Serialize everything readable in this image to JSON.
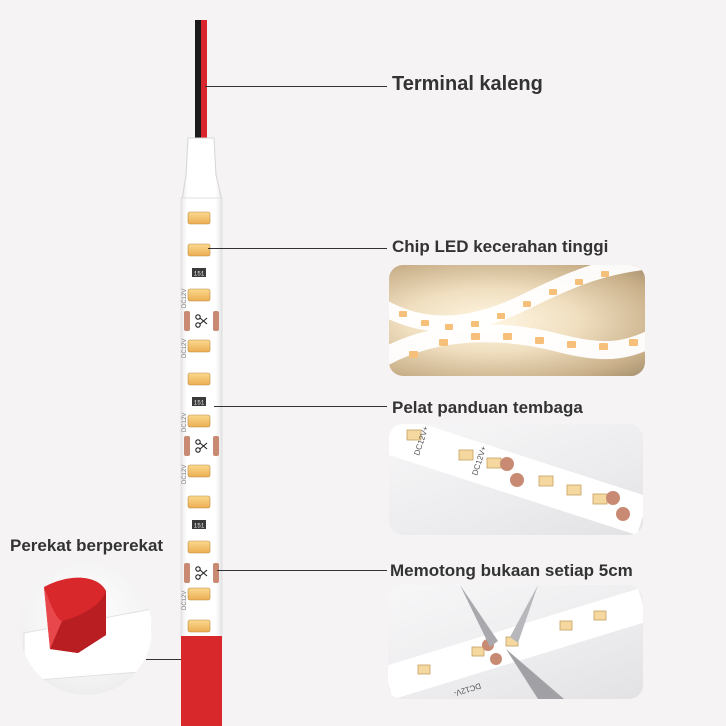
{
  "callouts": {
    "terminal": "Terminal kaleng",
    "led_chip": "Chip LED kecerahan tinggi",
    "copper": "Pelat panduan tembaga",
    "cut": "Memotong bukaan setiap 5cm",
    "adhesive": "Perekat berperekat"
  },
  "strip_markings": {
    "resistor": "151",
    "voltage": "DC12V",
    "voltage_plus": "DC12V+",
    "voltage_minus": "DC12V-"
  },
  "colors": {
    "strip": "#ffffff",
    "led_chip": "#f4c478",
    "copper_pad": "#c98a74",
    "wire_red": "#d8262c",
    "wire_black": "#1b1b1b",
    "adhesive_red": "#d8282c",
    "text": "#333333"
  },
  "icons": {
    "scissors": "scissors-icon"
  }
}
